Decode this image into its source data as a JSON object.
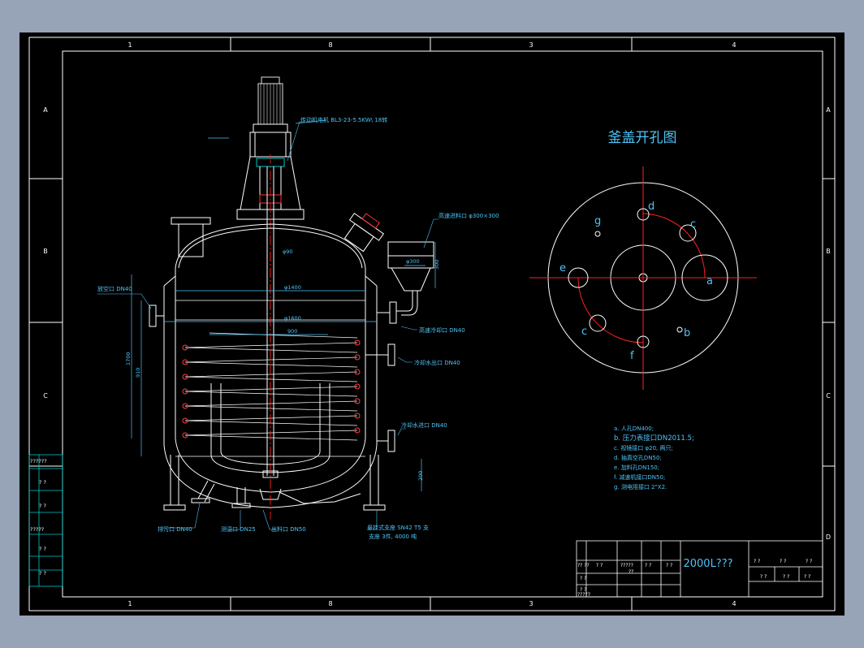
{
  "sheet": {
    "col_labels": [
      "1",
      "8",
      "3",
      "4"
    ],
    "row_labels": [
      "A",
      "B",
      "C",
      "D"
    ],
    "title": "釜盖开孔图",
    "drawing_title": "2000L???"
  },
  "callouts": {
    "motor": "传动机电机 BL3-23-5.5KW\\ 18转",
    "feed_inlet": "高速进料口 φ300×300",
    "vent_left": "放空口 DN40",
    "condensate_in": "高速冷却口 DN40",
    "coolant_out": "冷却水出口 DN40",
    "coolant_in": "冷却水进口 DN40",
    "drain": "排污口 DN40",
    "thermo": "测温口 DN25",
    "outlet": "出料口 DN50",
    "support": "悬挂式支座 SN42 T5 支",
    "support2": "支座 3件, 4000 吨",
    "dims": {
      "d90": "φ90",
      "d1400": "φ1400",
      "d1600": "φ1600",
      "w900": "900",
      "h1700": "1700",
      "h910": "910",
      "d300": "φ300",
      "h300": "300",
      "h200": "200"
    }
  },
  "hole_labels": [
    "a",
    "b",
    "c",
    "c",
    "d",
    "e",
    "f",
    "g"
  ],
  "legend": [
    "a. 人孔DN400;",
    "b. 压力表接口DN2011.5;",
    "c. 视镜接口 φ20, 两只;",
    "d. 抽真空孔DN50;",
    "e. 加料孔DN150;",
    "f. 减速机接口DN50;",
    "g. 测电阻接口 2\"X2."
  ],
  "title_block": {
    "left_cells": [
      "??????",
      "? ?",
      "? ?",
      "?????",
      "? ?",
      "? ?"
    ],
    "rows": [
      [
        "?? ??",
        "? ?",
        "?????",
        "? ?",
        "? ?"
      ],
      [
        "? ?",
        "",
        "??",
        "",
        ""
      ],
      [
        "? ?",
        "",
        "",
        "",
        ""
      ],
      [
        "?????",
        "",
        "",
        "",
        ""
      ]
    ],
    "right_top": [
      "? ?",
      "? ?",
      "? ?"
    ],
    "right_bottom": [
      "? ?",
      "? ?",
      "? ?"
    ]
  },
  "colors": {
    "frame": "#ffffff",
    "grid": "#00c8c8",
    "vessel": "#ffffff",
    "dim": "#4fc3f7",
    "center": "#ff2020",
    "coil": "#ff4040",
    "motor": "#e0e0e0"
  }
}
